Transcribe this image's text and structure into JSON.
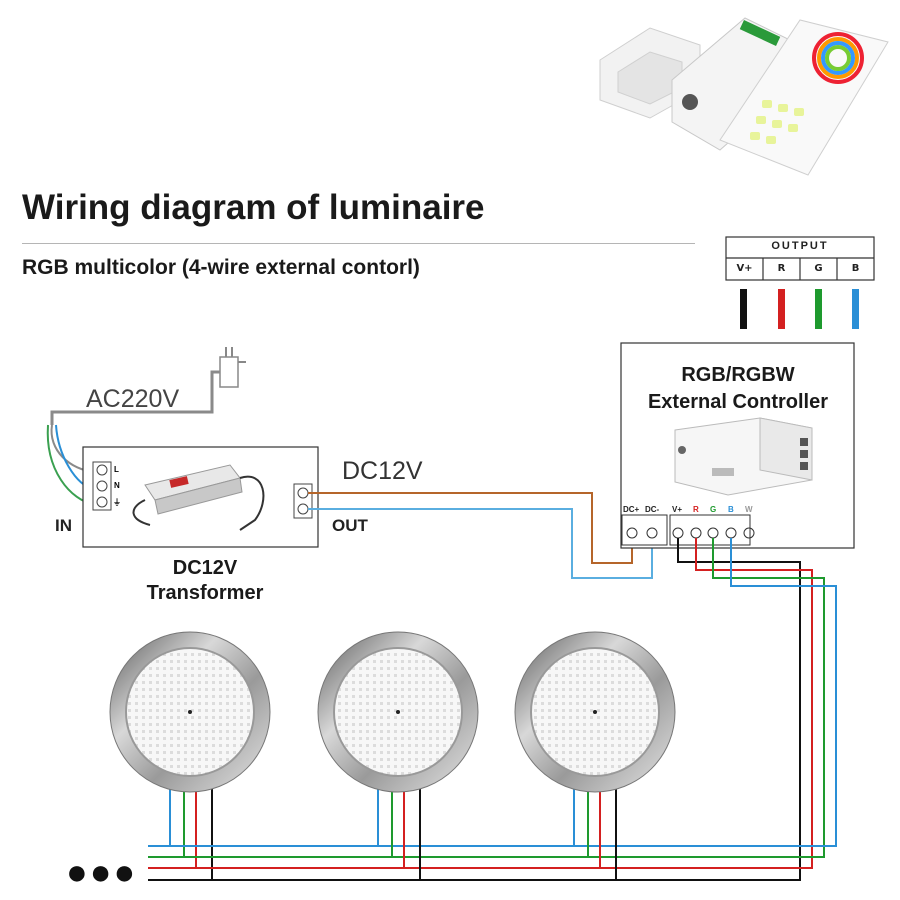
{
  "title": "Wiring diagram of luminaire",
  "subtitle": "RGB multicolor (4-wire external contorl)",
  "power_label": "AC220V",
  "dc_label": "DC12V",
  "transformer": {
    "input_label": "IN",
    "output_label": "OUT",
    "caption_line1": "DC12V",
    "caption_line2": "Transformer",
    "input_terminals": [
      "L",
      "N",
      "⏚"
    ]
  },
  "controller": {
    "title_line1": "RGB/RGBW",
    "title_line2": "External Controller",
    "terminals": [
      "DC+",
      "DC-",
      "V+",
      "R",
      "G",
      "B",
      "W"
    ]
  },
  "output_table": {
    "title": "OUTPUT",
    "columns": [
      "V+",
      "R",
      "G",
      "B"
    ]
  },
  "more_indicator": "●●●",
  "colors": {
    "black": "#111111",
    "red": "#d42020",
    "green": "#1e9a2e",
    "blue": "#2a8fd6",
    "brown": "#b5652a",
    "light_blue": "#5aaee0",
    "grey": "#8a8a8a"
  },
  "icons": [
    "remote-control-icon",
    "rgb-controller-icon",
    "wall-bracket-icon",
    "plug-icon",
    "pool-light-icon",
    "led-driver-icon"
  ]
}
